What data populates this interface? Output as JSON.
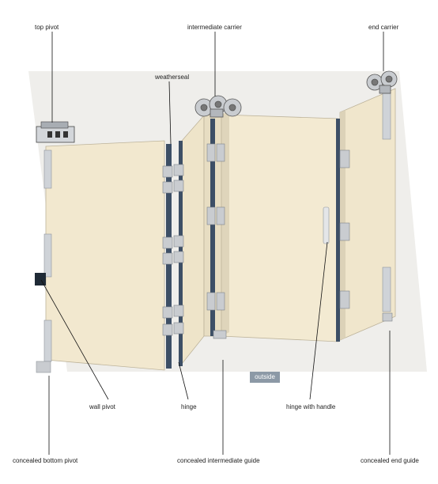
{
  "labels": {
    "top_pivot": "top pivot",
    "intermediate_carrier": "intermediate carrier",
    "end_carrier": "end carrier",
    "weatherseal": "weatherseal",
    "wall_pivot": "wall pivot",
    "hinge": "hinge",
    "hinge_with_handle": "hinge with handle",
    "concealed_bottom_pivot": "concealed bottom pivot",
    "concealed_intermediate_guide": "concealed intermediate guide",
    "concealed_end_guide": "concealed end guide",
    "outside": "outside"
  },
  "colors": {
    "panel_face": "#f2e8cf",
    "panel_edge": "#ddd3ba",
    "background_box": "#efeeeb",
    "seal": "#3d4f66",
    "hardware": "#c9ccd0",
    "badge": "#8c99a6",
    "leader": "#111111"
  }
}
